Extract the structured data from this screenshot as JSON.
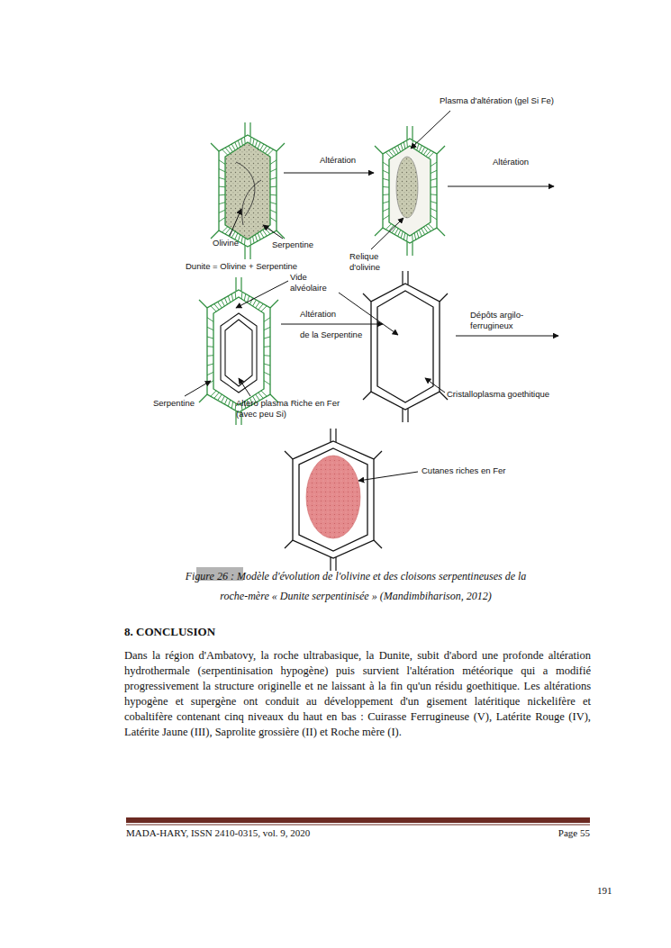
{
  "diagram": {
    "caption": "Figure 26 : Modèle d'évolution de l'olivine et des cloisons serpentineuses de la roche-mère « Dunite serpentinisée » (Mandimbiharison, 2012)",
    "labels": [
      "Plasma d'altération (gel Si Fe)",
      "Altération",
      "Altération",
      "Olivine",
      "Serpentine",
      "Dunite = Olivine + Serpentine",
      "Relique d'olivine",
      "Vide alvéolaire",
      "Altération",
      "de la Serpentine",
      "Dépôts argilo-ferrugineux",
      "Serpentine",
      "Altero plasma Riche en Fer (avec peu Si)",
      "Cristalloplasma goethitique",
      "Cutanes riches en Fer",
      "8. CONCLUSION",
      "Dans la région d'Ambatovy, la roche ultrabasique, la Dunite, subit d'abord une profonde altération hydrothermale (serpentinisation hypogène) puis survient l'altération météorique qui a modifié progressivement la structure originelle et ne laissant à la fin qu'un résidu goethitique. Les altérations hypogène et supergène ont conduit au développement d'un gisement latéritique nickelifère et cobaltifère contenant cinq niveaux du haut en bas : Cuirasse Ferrugineuse (V), Latérite Rouge (IV), Latérite Jaune (III), Saprolite grossière (II) et Roche mère (I).",
      "MADA-HARY, ISSN 2410-0315, vol. 9, 2020",
      "Page 55",
      "191"
    ]
  }
}
